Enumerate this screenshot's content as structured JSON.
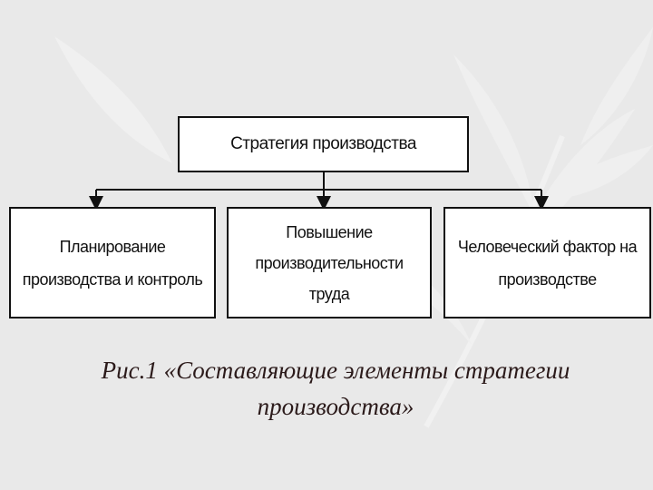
{
  "diagram": {
    "root": "Стратегия производства",
    "children": [
      {
        "lines": [
          "Планирование",
          "производства и контроль"
        ]
      },
      {
        "lines": [
          "Повышение",
          "производительности",
          "труда"
        ]
      },
      {
        "lines": [
          "Человеческий фактор на",
          "производстве"
        ]
      }
    ]
  },
  "caption": {
    "line1": "Рис.1 «Составляющие элементы стратегии",
    "line2": "производства»"
  }
}
